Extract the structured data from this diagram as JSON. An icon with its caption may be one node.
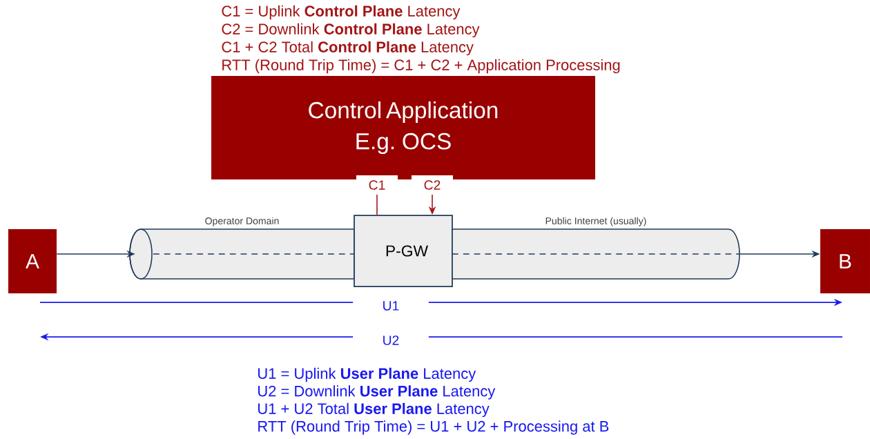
{
  "diagram": {
    "nodes": [
      {
        "text": [
          "Control Application E.g. OCS"
        ]
      },
      {
        "text": [
          "A"
        ]
      },
      {
        "text": [
          "Operator Domain"
        ]
      },
      {
        "text": [
          "P-GW"
        ]
      },
      {
        "text": [
          "Public Internet (usually)"
        ]
      },
      {
        "text": [
          "B"
        ]
      }
    ],
    "edges": [
      {
        "from": 0,
        "to": 3,
        "arrow": "none",
        "label": "C1",
        "color": "#a31515"
      },
      {
        "from": 0,
        "to": 3,
        "arrow": "to",
        "label": "C2",
        "color": "#a31515"
      },
      {
        "from": 1,
        "to": 2,
        "arrow": "to",
        "color": "#1f3a5a"
      },
      {
        "from": 4,
        "to": 5,
        "arrow": "to",
        "color": "#1f3a5a"
      }
    ],
    "labels": [
      "C1 = Uplink **Control Plane** Latency",
      "C2 = Downlink **Control Plane** Latency",
      "C1 + C2 Total **Control Plane** Latency",
      "RTT (Round Trip Time) = C1 + C2 + Application Processing",
      "U1",
      "U2",
      "U1 = Uplink **User Plane** Latency",
      "U2 = Downlink **User Plane** Latency",
      "U1 + U2 Total **User Plane** Latency",
      "RTT (Round Trip Time) = U1 + U2 + Processing at B"
    ]
  }
}
